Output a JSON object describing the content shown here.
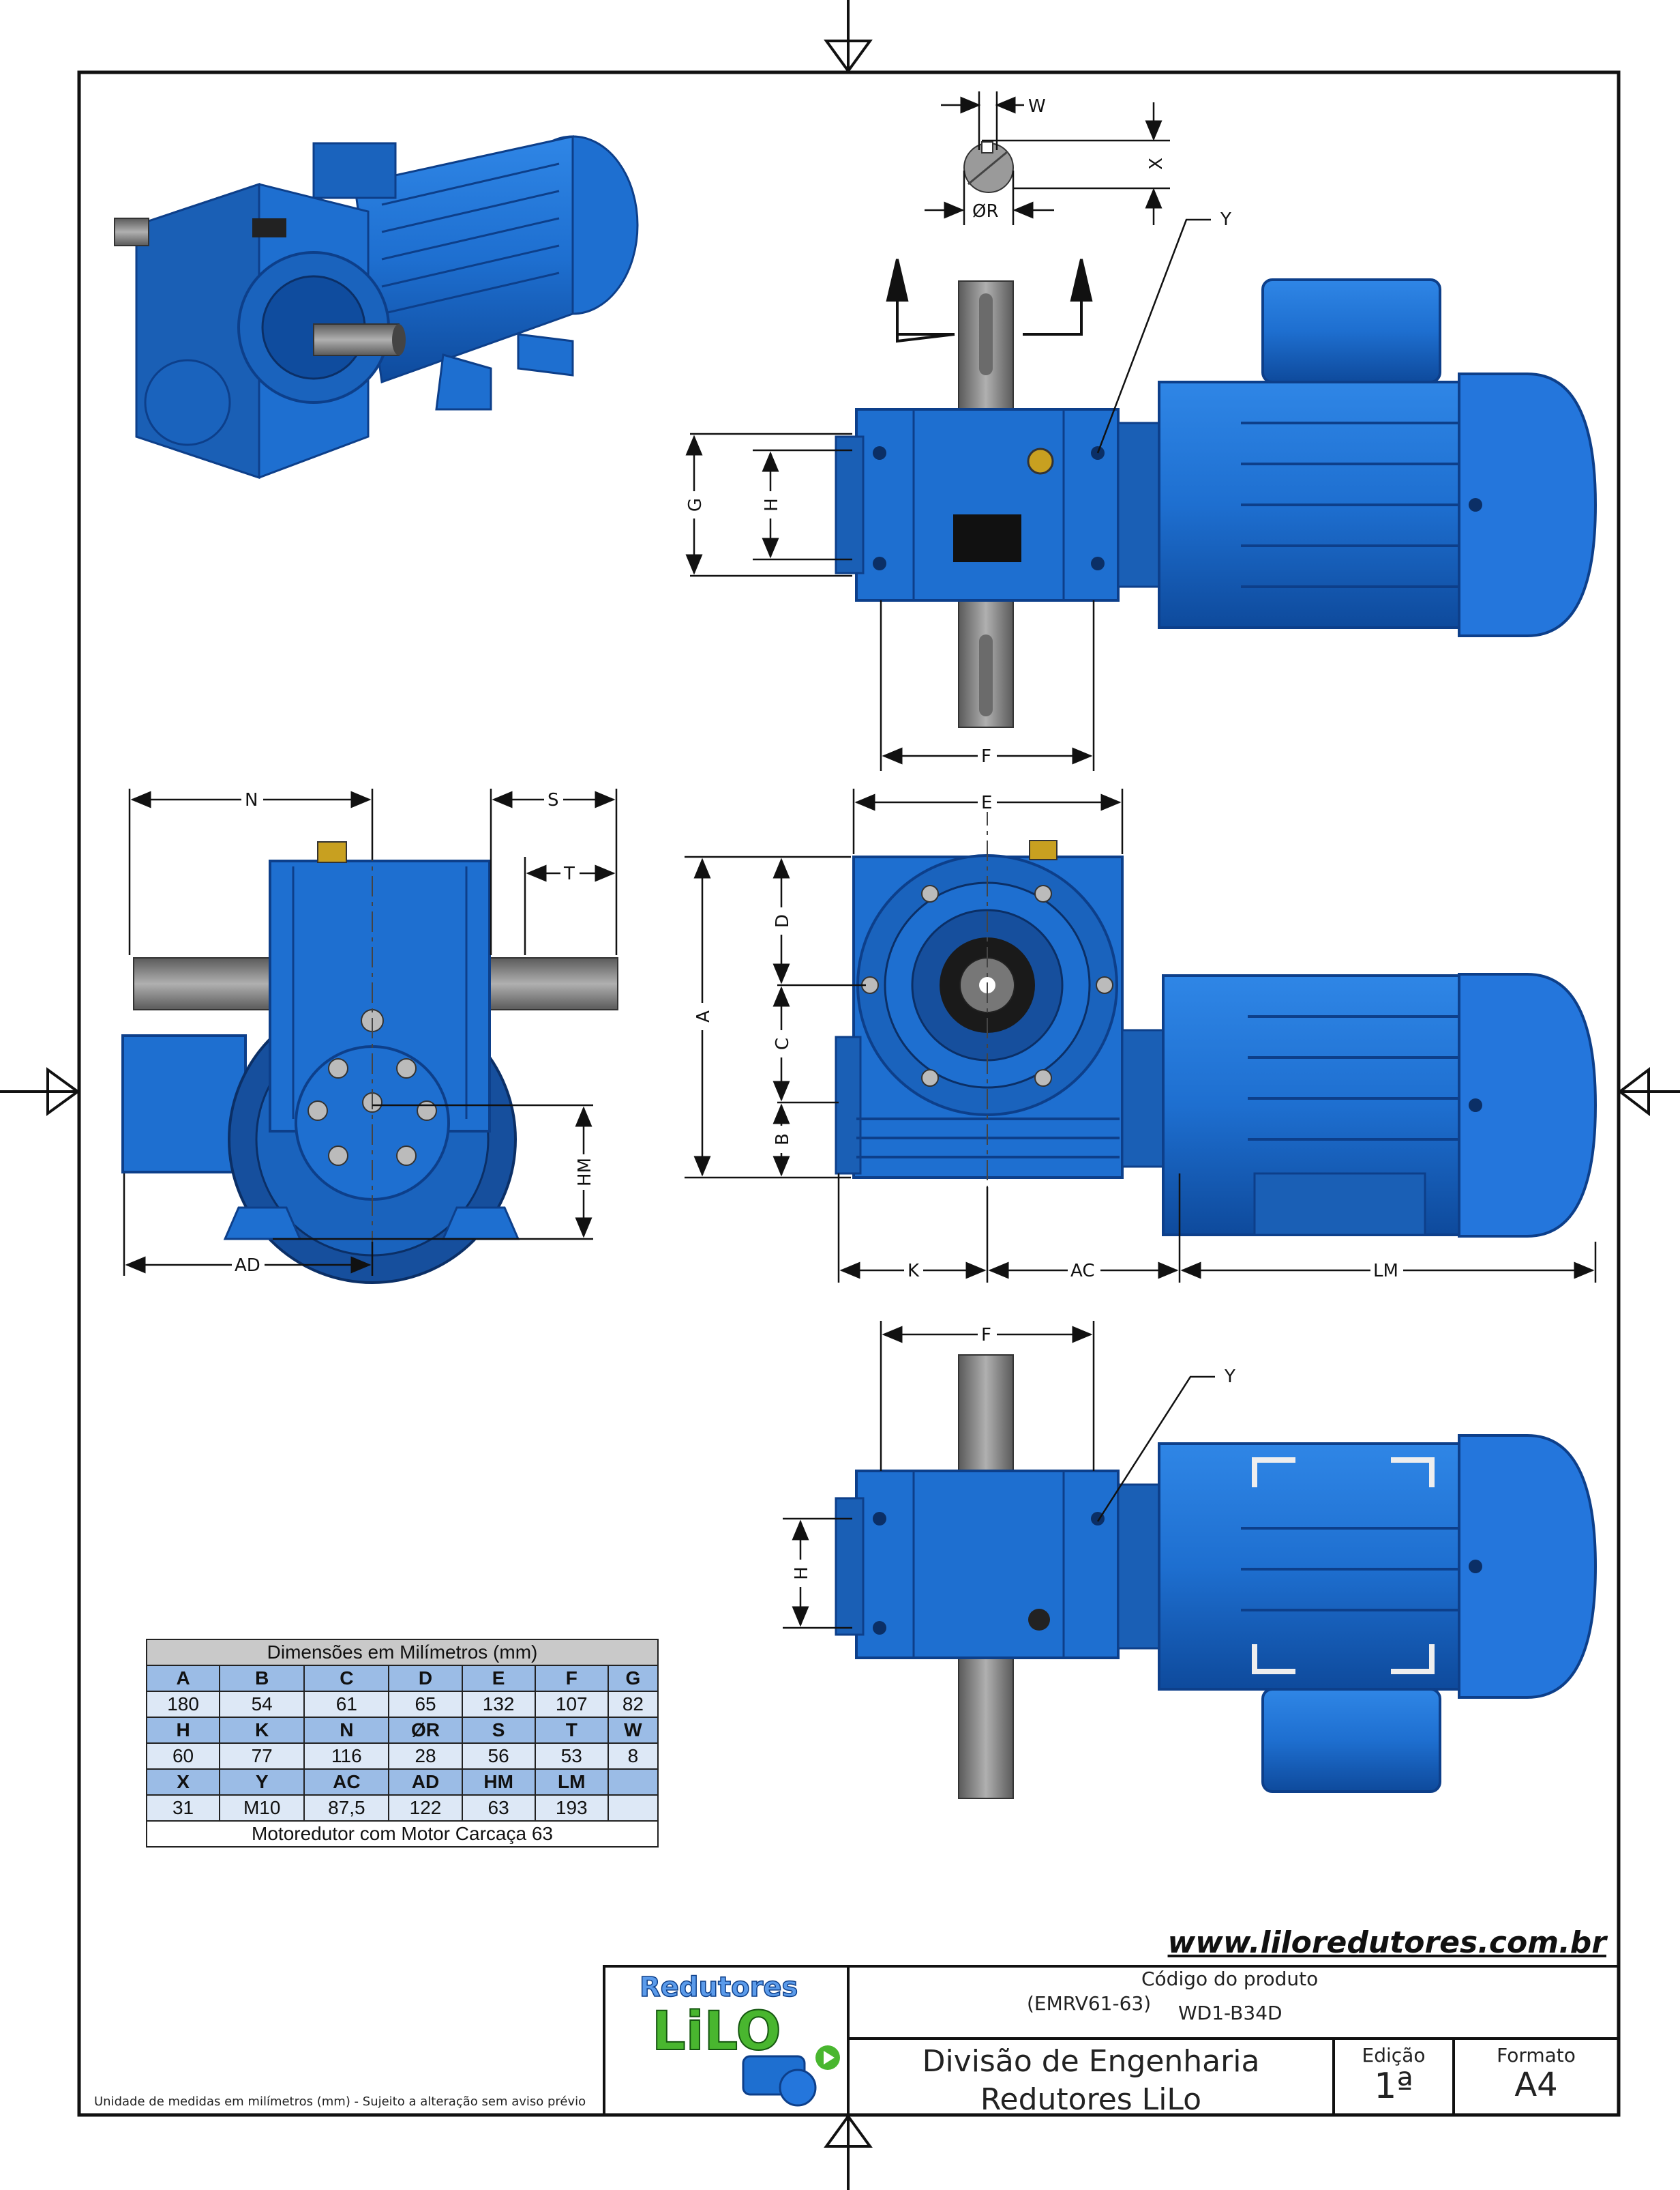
{
  "labels": {
    "w": "W",
    "x": "X",
    "r": "ØR",
    "y": "Y",
    "g": "G",
    "h": "H",
    "f": "F",
    "n": "N",
    "s": "S",
    "t": "T",
    "e": "E",
    "d": "D",
    "a": "A",
    "c": "C",
    "b": "B",
    "hm": "HM",
    "ad": "AD",
    "k": "K",
    "ac": "AC",
    "lm": "LM"
  },
  "table": {
    "caption": "Dimensões em Milímetros (mm)",
    "rows": [
      {
        "headers": [
          "A",
          "B",
          "C",
          "D",
          "E",
          "F",
          "G"
        ],
        "values": [
          "180",
          "54",
          "61",
          "65",
          "132",
          "107",
          "82"
        ]
      },
      {
        "headers": [
          "H",
          "K",
          "N",
          "ØR",
          "S",
          "T",
          "W"
        ],
        "values": [
          "60",
          "77",
          "116",
          "28",
          "56",
          "53",
          "8"
        ]
      },
      {
        "headers": [
          "X",
          "Y",
          "AC",
          "AD",
          "HM",
          "LM",
          ""
        ],
        "values": [
          "31",
          "M10",
          "87,5",
          "122",
          "63",
          "193",
          ""
        ]
      }
    ],
    "footer": "Motoredutor com Motor Carcaça 63"
  },
  "website": "www.liloredutores.com.br",
  "logo": {
    "line1": "Redutores",
    "line2": "LiLO"
  },
  "title_block": {
    "product_code_label": "Código do produto",
    "product_code_1": "(EMRV61-63)",
    "product_code_2": "WD1-B34D",
    "division_line1": "Divisão de Engenharia",
    "division_line2": "Redutores LiLo",
    "edition_label": "Edição",
    "edition_value": "1ª",
    "format_label": "Formato",
    "format_value": "A4"
  },
  "footnote": "Unidade de medidas em milímetros (mm) - Sujeito a alteração sem aviso prévio",
  "colors": {
    "body_blue": "#1e6fd0",
    "dark_blue": "#0d3f8a",
    "shaft_gray": "#8a8a8a",
    "header_blue": "#9bbce6"
  }
}
